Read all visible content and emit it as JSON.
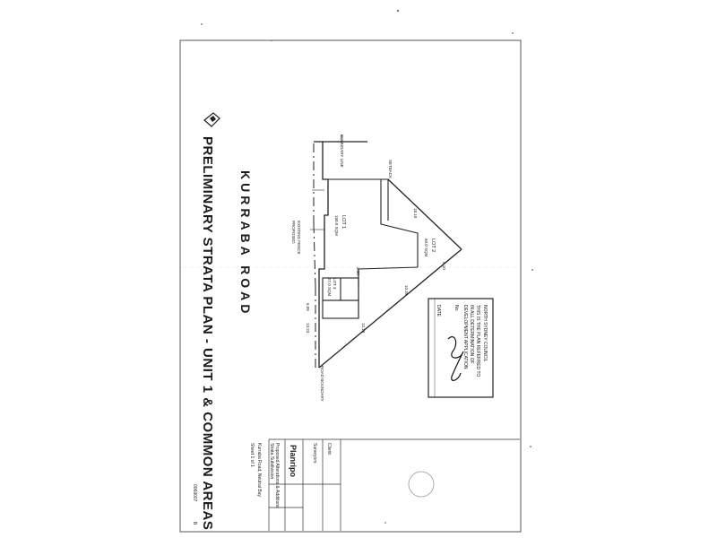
{
  "document": {
    "title": "PRELIMINARY STRATA PLAN - UNIT 1 & COMMON AREAS",
    "road_name": "KURRABA ROAD"
  },
  "plan": {
    "lots": [
      {
        "label": "LOT 1",
        "area": "150.0 SQM"
      },
      {
        "label": "LOT 2",
        "area": "60.0 SQM"
      },
      {
        "label": "LOT 3",
        "area": "27.0 SQM"
      }
    ],
    "boundary_labels": [
      "BOUNDARY LINE",
      "SETBACK",
      "LOT BOUNDARY",
      "EXISTING FENCE",
      "ROAD BOUNDARY",
      "PROPOSED"
    ],
    "dimensions": [
      "6.09",
      "13.23",
      "18.10",
      "6.10",
      "10.39",
      "12.10",
      "3.56"
    ]
  },
  "council_stamp": {
    "lines": [
      "NORTH SYDNEY COUNCIL",
      "THIS IS THE PLAN REFERRED TO",
      "IN ALL DETERMINATION OF",
      "DEVELOPMENT APPLICATION",
      "No.",
      "DATE"
    ]
  },
  "title_block": {
    "brand": "Planripo",
    "lines": [
      "Proposed Alterations & Additions",
      "Strata Subdivision",
      "Kurraba Road, Neutral Bay",
      "Client",
      "Surveyors",
      "Sheet 1 of 1"
    ],
    "drawing_number": "0069007",
    "revision": "B"
  }
}
